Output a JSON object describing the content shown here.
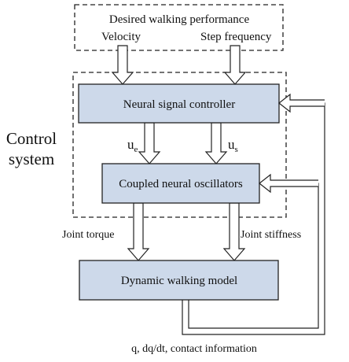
{
  "diagram": {
    "desired_box": {
      "title": "Desired walking performance",
      "left_label": "Velocity",
      "right_label": "Step frequency"
    },
    "control_system_label": [
      "Control",
      "system"
    ],
    "blocks": {
      "neural_controller": "Neural signal controller",
      "coupled_oscillators": "Coupled neural oscillators",
      "walking_model": "Dynamic walking model"
    },
    "signals": {
      "ue_base": "u",
      "ue_sub": "e",
      "us_base": "u",
      "us_sub": "s",
      "joint_torque": "Joint torque",
      "joint_stiffness": "Joint stiffness",
      "feedback": "q, dq/dt, contact information"
    },
    "colors": {
      "block_fill": "#cdd9ea",
      "line": "#222222"
    }
  }
}
